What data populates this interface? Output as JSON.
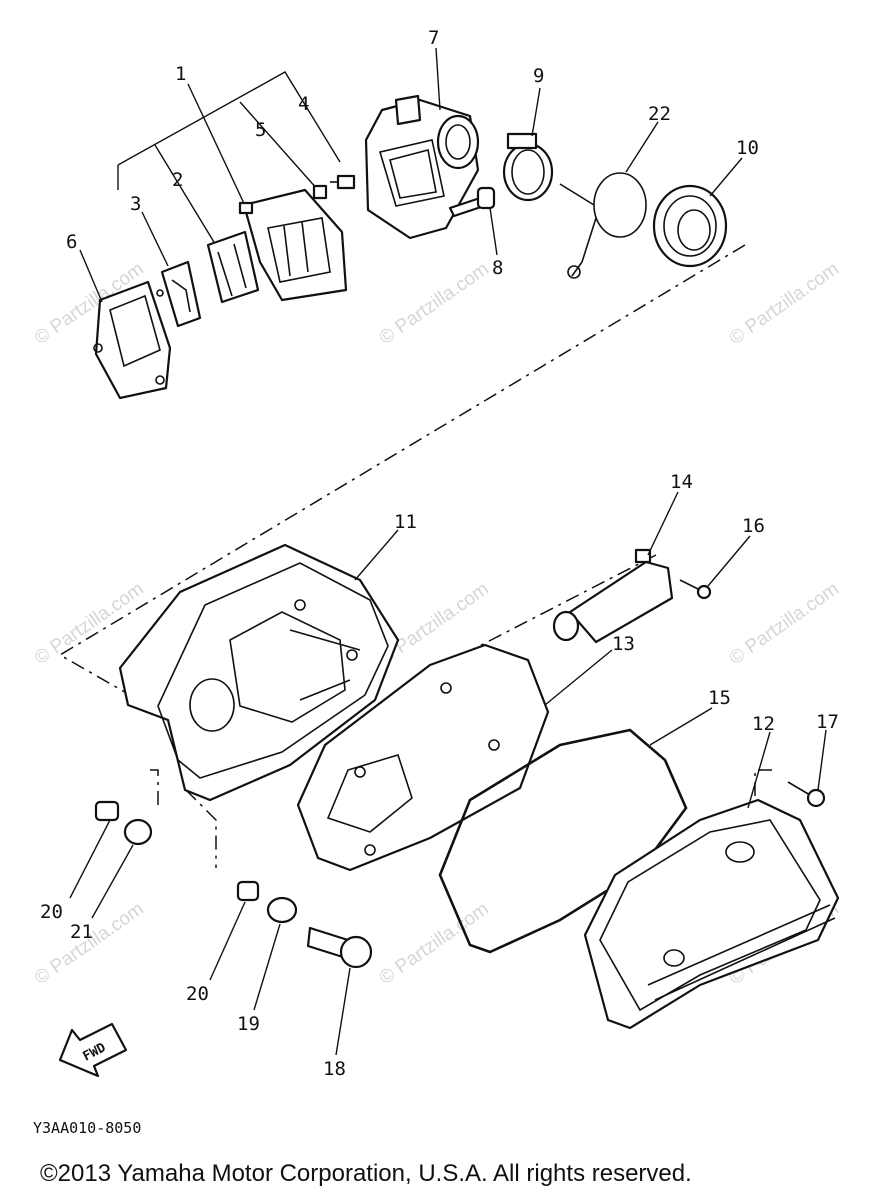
{
  "diagram": {
    "callouts": {
      "c1": "1",
      "c2": "2",
      "c3": "3",
      "c4": "4",
      "c5": "5",
      "c6": "6",
      "c7": "7",
      "c8": "8",
      "c9": "9",
      "c10": "10",
      "c11": "11",
      "c12": "12",
      "c13": "13",
      "c14": "14",
      "c15": "15",
      "c16": "16",
      "c17": "17",
      "c18": "18",
      "c19": "19",
      "c20a": "20",
      "c20b": "20",
      "c21": "21",
      "c22": "22"
    },
    "fwd_label": "FWD",
    "diagram_code": "Y3AA010-8050",
    "copyright": "©2013  Yamaha Motor Corporation, U.S.A. All rights reserved.",
    "watermark": "© Partzilla.com"
  }
}
